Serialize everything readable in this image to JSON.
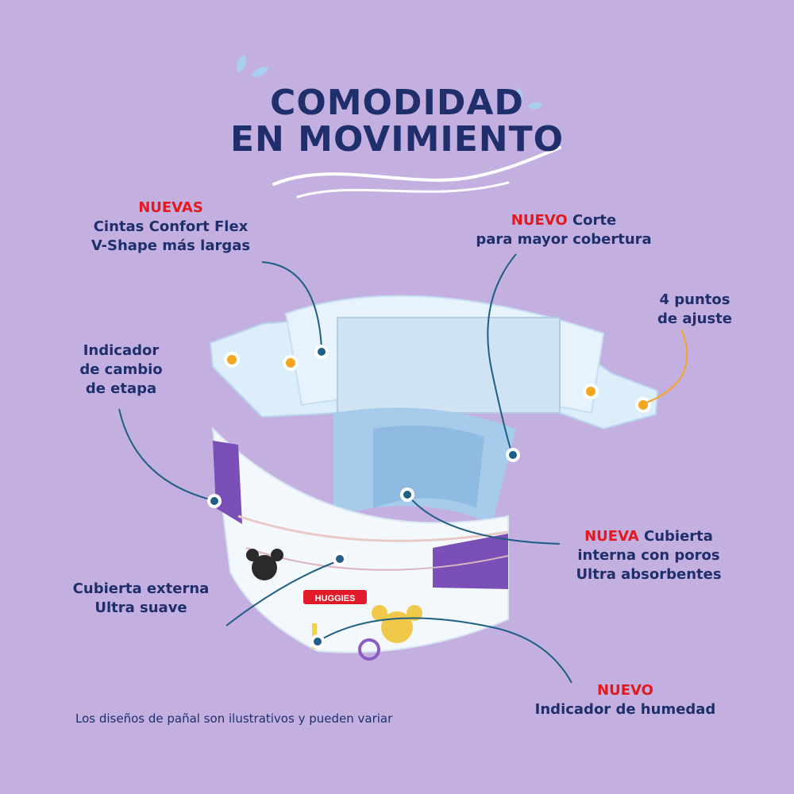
{
  "title": {
    "line1": "COMODIDAD",
    "line2": "EN MOVIMIENTO"
  },
  "callouts": {
    "tapes": {
      "badge": "NUEVAS",
      "line1": "Cintas Confort Flex",
      "line2": "V-Shape más largas"
    },
    "cut": {
      "badge": "NUEVO",
      "rest": " Corte",
      "line2": "para mayor cobertura"
    },
    "fit_points": {
      "line1": "4 puntos",
      "line2": "de ajuste"
    },
    "stage_indicator": {
      "line1": "Indicador",
      "line2": "de cambio",
      "line3": "de etapa"
    },
    "inner_cover": {
      "badge": "NUEVA",
      "rest": " Cubierta",
      "line2": "interna con poros",
      "line3": "Ultra absorbentes"
    },
    "outer_cover": {
      "line1": "Cubierta externa",
      "line2": "Ultra suave"
    },
    "wetness": {
      "badge": "NUEVO",
      "line2": "Indicador de humedad"
    }
  },
  "brand_logo": "HUGGIES",
  "disclaimer": "Los diseños de pañal son ilustrativos y pueden variar",
  "colors": {
    "background": "#c4afe1",
    "navy": "#1f2f6b",
    "red": "#e2191f",
    "leader_blue": "#1f5f85",
    "orange": "#f4a623"
  }
}
